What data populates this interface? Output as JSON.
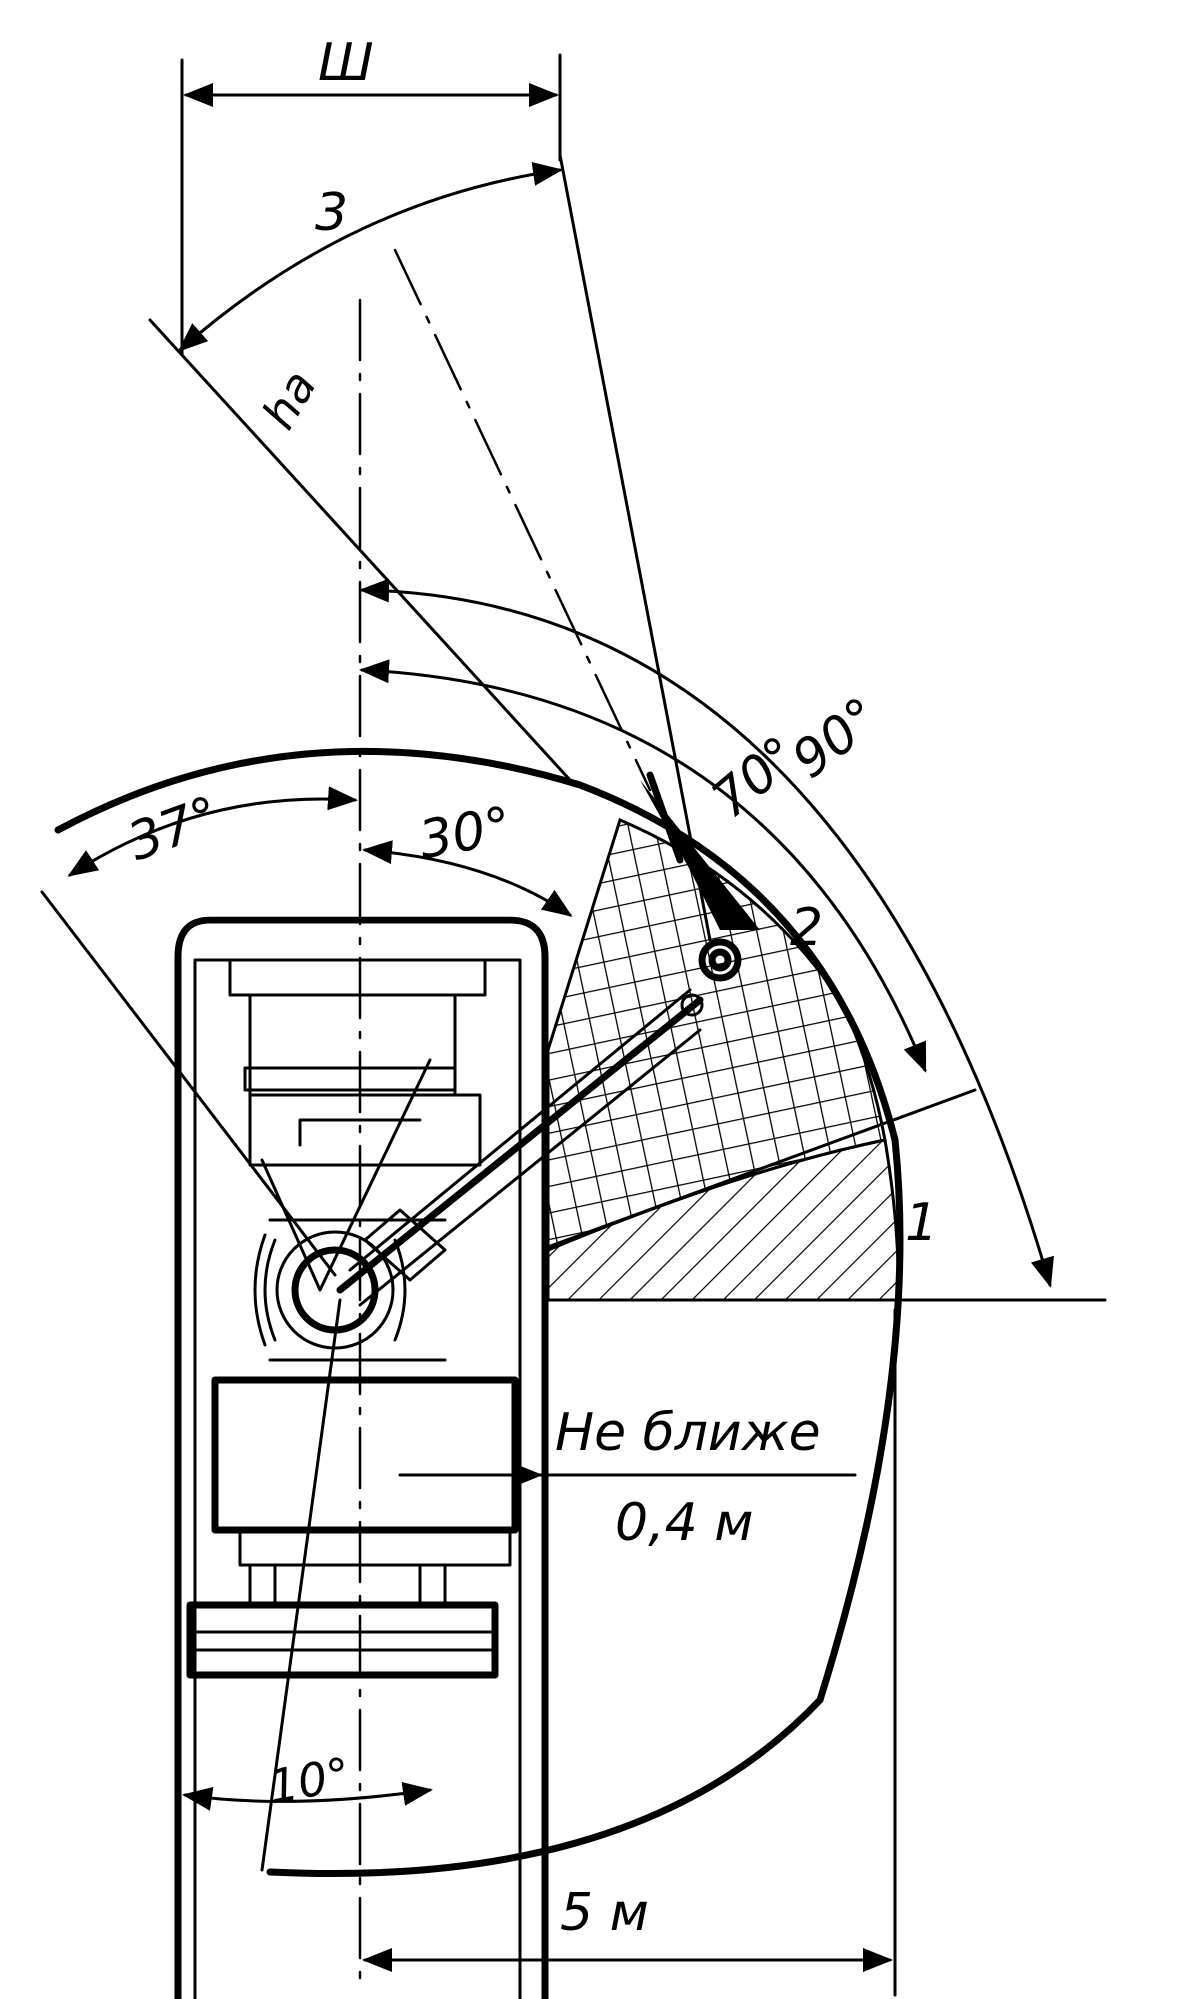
{
  "labels": {
    "width_label": "Ш",
    "top_label": "3",
    "boom_label": "ha",
    "angle_90": "90°",
    "angle_70": "70°",
    "angle_37": "37°",
    "angle_30": "30°",
    "angle_10": "10°",
    "zone_2": "2",
    "zone_1": "1",
    "distance_note_line1": "Не ближе",
    "distance_note_line2": "0,4 м",
    "radius_label": "5 м"
  }
}
